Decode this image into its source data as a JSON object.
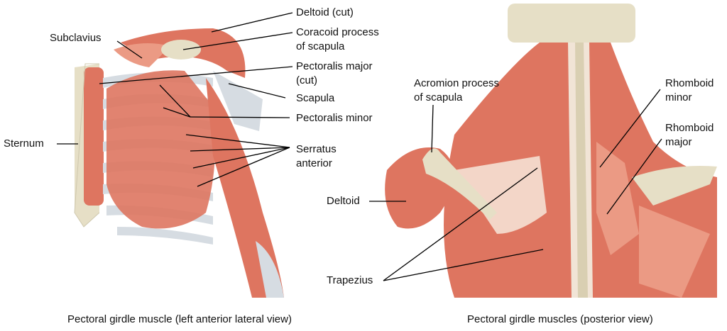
{
  "left_panel": {
    "caption": "Pectoral girdle muscle (left anterior lateral view)",
    "labels": {
      "deltoid_cut": "Deltoid (cut)",
      "subclavius": "Subclavius",
      "coracoid_1": "Coracoid process",
      "coracoid_2": "of scapula",
      "pec_major_1": "Pectoralis major",
      "pec_major_2": "(cut)",
      "scapula": "Scapula",
      "pec_minor": "Pectoralis minor",
      "sternum": "Sternum",
      "serratus_1": "Serratus",
      "serratus_2": "anterior"
    }
  },
  "right_panel": {
    "caption": "Pectoral girdle muscles (posterior view)",
    "labels": {
      "acromion_1": "Acromion process",
      "acromion_2": "of scapula",
      "rhomboid_minor_1": "Rhomboid",
      "rhomboid_minor_2": "minor",
      "rhomboid_major_1": "Rhomboid",
      "rhomboid_major_2": "major",
      "deltoid": "Deltoid",
      "trapezius": "Trapezius"
    }
  },
  "colors": {
    "muscle": "#de7560",
    "muscle_light": "#eb9a84",
    "bone": "#e6dfc6",
    "tendon": "#d6dce2"
  }
}
